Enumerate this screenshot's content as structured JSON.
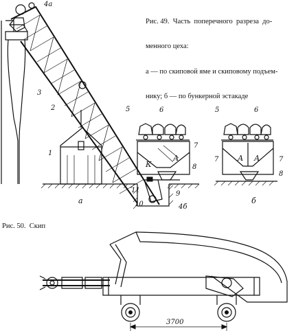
{
  "captions": {
    "fig49_lines": [
      "Рис. 49.  Часть  поперечного  разреза  до-",
      "менного цеха:",
      "а — по скиповой яме и скиповому подъем-",
      "нику; б — по бункерной эстакаде"
    ],
    "fig50": "Рис. 50.  Скип"
  },
  "fig49": {
    "sublabels": {
      "a": "а",
      "b": "б"
    },
    "labels_a": {
      "l4a": "4а",
      "l3": "3",
      "l2": "2",
      "l1": "1",
      "l5": "5",
      "l6": "6",
      "l7": "7",
      "lK": "К",
      "lA": "А",
      "l8": "8",
      "l11": "11",
      "l10": "10",
      "l9": "9",
      "l4b": "4б"
    },
    "labels_b": {
      "l5": "5",
      "l6": "6",
      "l7left": "7",
      "l7right": "7",
      "lA1": "А",
      "lA2": "А",
      "l8": "8"
    }
  },
  "fig50": {
    "dimension": "3700"
  }
}
